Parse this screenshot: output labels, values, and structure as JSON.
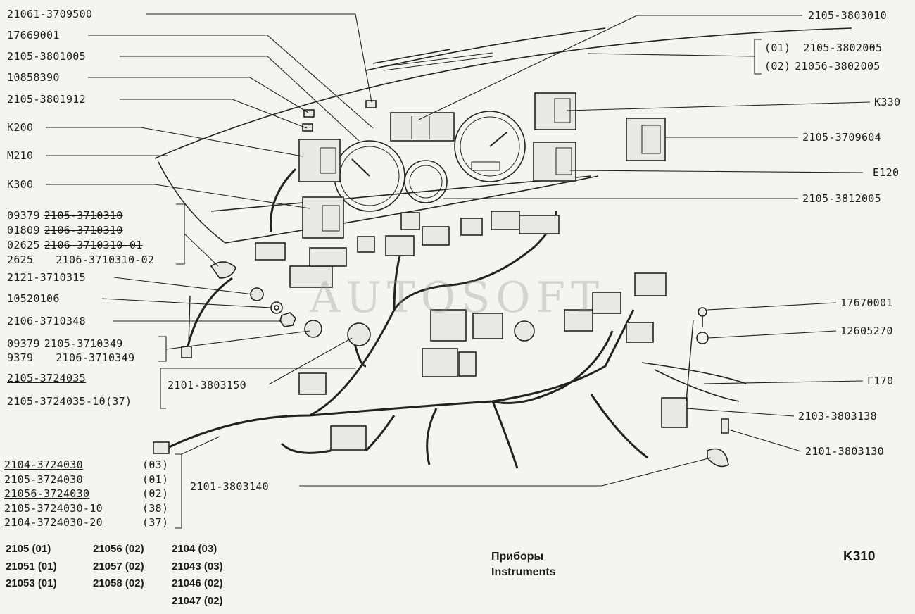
{
  "labels_left": [
    {
      "id": "l1",
      "text": "21061-3709500"
    },
    {
      "id": "l2",
      "text": "17669001"
    },
    {
      "id": "l3",
      "text": "2105-3801005"
    },
    {
      "id": "l4",
      "text": "10858390"
    },
    {
      "id": "l5",
      "text": "2105-3801912"
    },
    {
      "id": "l6",
      "text": "K200"
    },
    {
      "id": "l7",
      "text": "M210"
    },
    {
      "id": "l8",
      "text": "K300"
    },
    {
      "id": "l13",
      "text": "2121-3710315"
    },
    {
      "id": "l14",
      "text": "10520106"
    },
    {
      "id": "l15",
      "text": "2106-3710348"
    }
  ],
  "group_3710310": [
    {
      "prefix": "09379",
      "code": "2105-3710310",
      "struck": true
    },
    {
      "prefix": "01809",
      "code": "2106-3710310",
      "struck": true
    },
    {
      "prefix": "02625",
      "code": "2106-3710310-01",
      "struck": true
    },
    {
      "prefix": "2625",
      "code": "2106-3710310-02",
      "struck": false
    }
  ],
  "group_3710349": [
    {
      "prefix": "09379",
      "code": "2105-3710349",
      "struck": true
    },
    {
      "prefix": "9379",
      "code": "2106-3710349",
      "struck": false
    }
  ],
  "group_3724035": [
    {
      "code": "2105-3724035",
      "suffix": ""
    },
    {
      "code": "2105-3724035-10",
      "suffix": "(37)"
    }
  ],
  "label_3803150": "2101-3803150",
  "group_3724030": [
    {
      "code": "2104-3724030",
      "suffix": "(03)"
    },
    {
      "code": "2105-3724030",
      "suffix": "(01)"
    },
    {
      "code": "21056-3724030",
      "suffix": "(02)"
    },
    {
      "code": "2105-3724030-10",
      "suffix": "(38)"
    },
    {
      "code": "2104-3724030-20",
      "suffix": "(37)"
    }
  ],
  "label_3803140": "2101-3803140",
  "labels_right": [
    {
      "id": "r1",
      "text": "2105-3803010"
    },
    {
      "id": "r4",
      "text": "K330"
    },
    {
      "id": "r5",
      "text": "2105-3709604"
    },
    {
      "id": "r6",
      "text": "E120"
    },
    {
      "id": "r7",
      "text": "2105-3812005"
    },
    {
      "id": "r8",
      "text": "17670001"
    },
    {
      "id": "r9",
      "text": "12605270"
    },
    {
      "id": "r10",
      "text": "Г170"
    },
    {
      "id": "r11",
      "text": "2103-3803138"
    },
    {
      "id": "r12",
      "text": "2101-3803130"
    }
  ],
  "group_3802005": [
    {
      "tag": "(01)",
      "code": "2105-3802005"
    },
    {
      "tag": "(02)",
      "code": "21056-3802005"
    }
  ],
  "variants": [
    [
      {
        "model": "2105",
        "code": "(01)"
      },
      {
        "model": "21056",
        "code": "(02)"
      },
      {
        "model": "2104",
        "code": "(03)"
      }
    ],
    [
      {
        "model": "21051",
        "code": "(01)"
      },
      {
        "model": "21057",
        "code": "(02)"
      },
      {
        "model": "21043",
        "code": "(03)"
      }
    ],
    [
      {
        "model": "21053",
        "code": "(01)"
      },
      {
        "model": "21058",
        "code": "(02)"
      },
      {
        "model": "21046",
        "code": "(02)"
      }
    ],
    [
      {
        "model": "",
        "code": ""
      },
      {
        "model": "",
        "code": ""
      },
      {
        "model": "21047",
        "code": "(02)"
      }
    ]
  ],
  "title_ru": "Приборы",
  "title_en": "Instruments",
  "sheet_code": "K310",
  "watermark": "AUTOSOFT"
}
